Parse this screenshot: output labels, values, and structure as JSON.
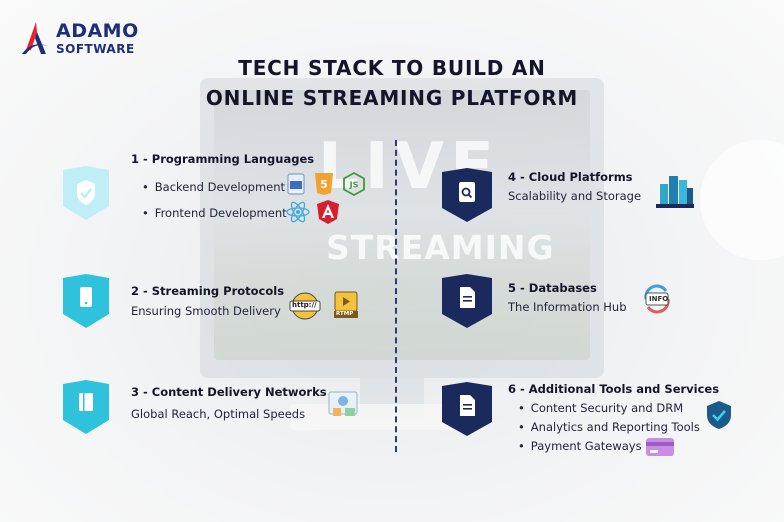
{
  "logo": {
    "line1": "ADAMO",
    "line2": "SOFTWARE"
  },
  "title": {
    "line1": "TECH STACK TO BUILD AN",
    "line2": "ONLINE STREAMING PLATFORM"
  },
  "background": {
    "live": "LIVE",
    "streaming": "STREAMING"
  },
  "colors": {
    "light_blue": "#2fc2dc",
    "dark_navy": "#1b2a5c",
    "brand": "#1e2f7a",
    "logo_red": "#e8232a"
  },
  "sections": [
    {
      "heading": "1 - Programming Languages",
      "items": [
        "Backend Development",
        "Frontend Development"
      ],
      "icon": "shield-check-icon"
    },
    {
      "heading": "2 - Streaming Protocols",
      "subtitle": "Ensuring Smooth Delivery",
      "icon": "mobile-device-icon",
      "badge_http": "http://",
      "badge_rtmp": "RTMP"
    },
    {
      "heading": "3 - Content Delivery Networks",
      "subtitle": "Global Reach, Optimal Speeds",
      "icon": "book-icon"
    },
    {
      "heading": "4 - Cloud Platforms",
      "subtitle": "Scalability and Storage",
      "icon": "search-document-icon"
    },
    {
      "heading": "5 - Databases",
      "subtitle": "The Information Hub",
      "icon": "document-icon",
      "badge_info": "INFO"
    },
    {
      "heading": "6 - Additional Tools and Services",
      "items": [
        "Content Security and DRM",
        "Analytics and Reporting Tools",
        "Payment Gateways"
      ],
      "icon": "document-icon"
    }
  ]
}
